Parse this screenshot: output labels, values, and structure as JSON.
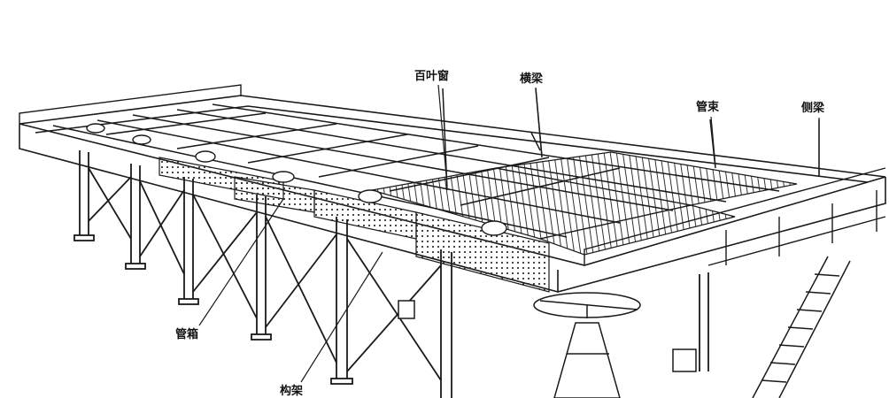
{
  "labels": {
    "louver": "百叶窗",
    "cross_beam": "横梁",
    "tube_bundle": "管束",
    "side_beam": "侧梁",
    "header_box": "管箱",
    "frame": "构架"
  },
  "colors": {
    "line": "#1a1a1a",
    "background": "#ffffff",
    "hatch": "#555555"
  }
}
